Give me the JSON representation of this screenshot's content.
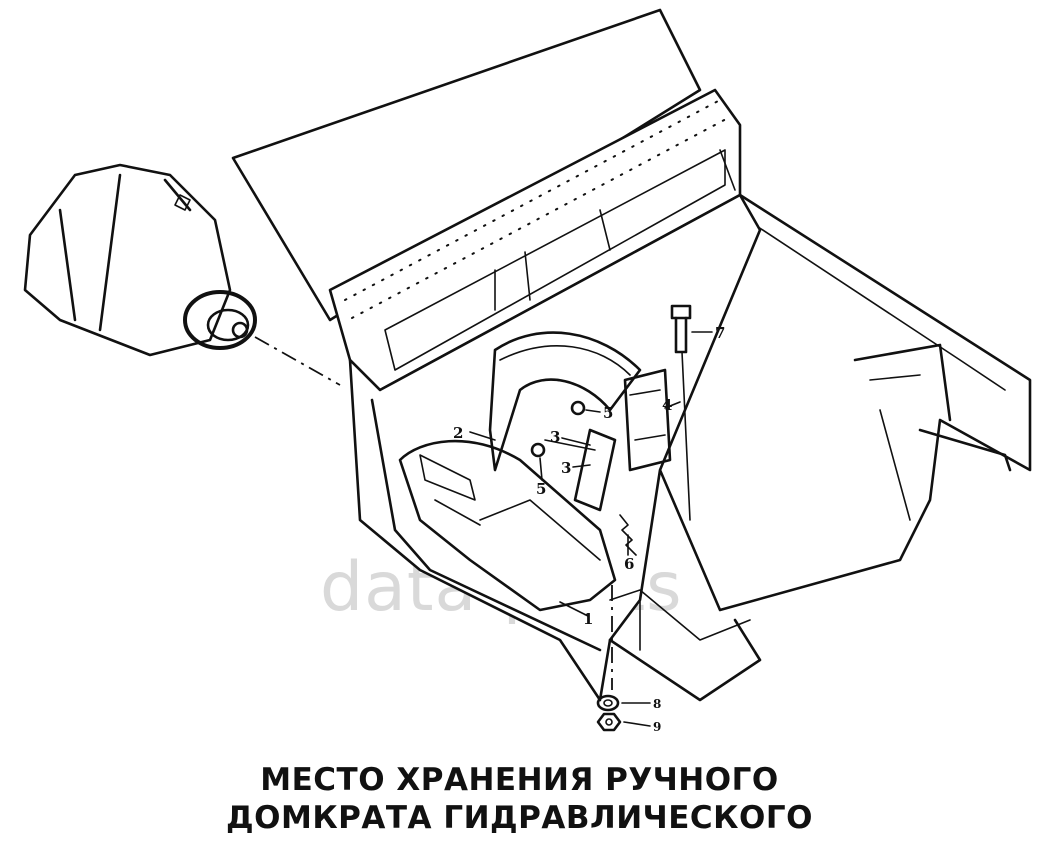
{
  "watermark": {
    "text": "data-parts",
    "color": "#d9d9d9"
  },
  "callouts": [
    {
      "id": "1",
      "label": "1"
    },
    {
      "id": "2",
      "label": "2"
    },
    {
      "id": "3a",
      "label": "3"
    },
    {
      "id": "3b",
      "label": "3"
    },
    {
      "id": "4",
      "label": "4"
    },
    {
      "id": "5a",
      "label": "5"
    },
    {
      "id": "5b",
      "label": "5"
    },
    {
      "id": "6",
      "label": "6"
    },
    {
      "id": "7",
      "label": "7"
    },
    {
      "id": "8",
      "label": "8"
    },
    {
      "id": "9",
      "label": "9"
    }
  ],
  "caption": {
    "line1": "МЕСТО ХРАНЕНИЯ РУЧНОГО",
    "line2": "ДОМКРАТА ГИДРАВЛИЧЕСКОГО"
  },
  "colors": {
    "ink": "#111111",
    "background": "#ffffff"
  }
}
